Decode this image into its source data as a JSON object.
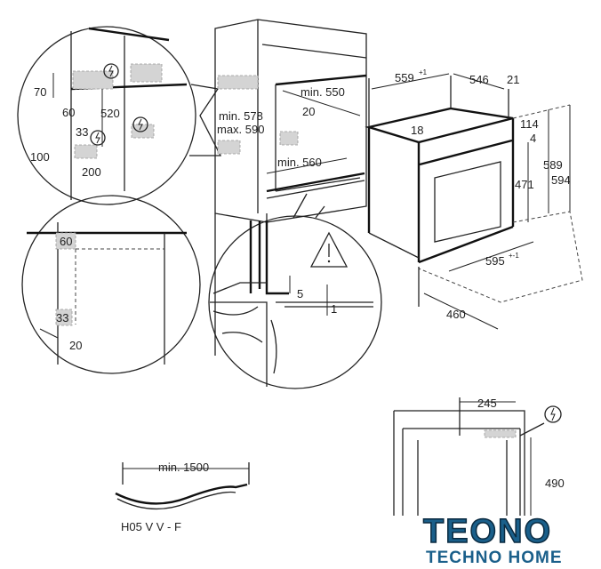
{
  "detail_top_left": {
    "dim_70": "70",
    "dim_60": "60",
    "dim_520": "520",
    "dim_33": "33",
    "dim_100": "100",
    "dim_200": "200"
  },
  "cabinet": {
    "min_550": "min. 550",
    "dim_20": "20",
    "min_578": "min. 578",
    "max_590": "max. 590",
    "min_560": "min. 560"
  },
  "oven": {
    "dim_559": "559",
    "dim_559_tol": "+1",
    "dim_546": "546",
    "dim_21": "21",
    "dim_18": "18",
    "dim_114": "114",
    "dim_4": "4",
    "dim_589": "589",
    "dim_594": "594",
    "dim_471": "471",
    "dim_595": "595",
    "dim_595_tol": "+-1",
    "dim_460": "460"
  },
  "detail_bottom_left": {
    "dim_60": "60",
    "dim_33": "33",
    "dim_20": "20"
  },
  "detail_middle": {
    "dim_5": "5",
    "dim_1": "1"
  },
  "cable": {
    "length": "min. 1500",
    "type": "H05 V V - F"
  },
  "rear_view": {
    "dim_245": "245",
    "dim_490": "490"
  },
  "logo": {
    "name": "TEONO",
    "tagline": "TECHNO HOME"
  }
}
